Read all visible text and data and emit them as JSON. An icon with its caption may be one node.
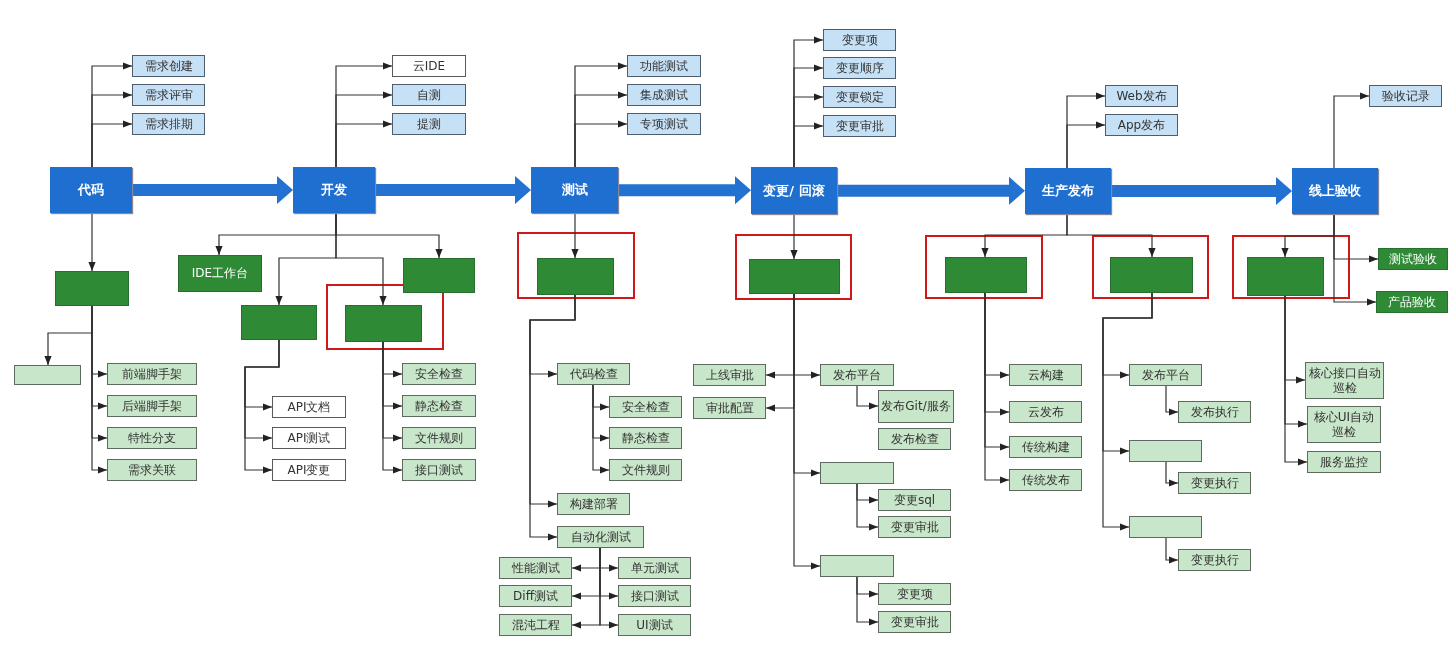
{
  "diagram": {
    "nodes": [
      {
        "text": [
          "代码"
        ]
      },
      {
        "text": [
          "需求创建"
        ]
      },
      {
        "text": [
          "需求评审"
        ]
      },
      {
        "text": [
          "需求排期"
        ]
      },
      {
        "text": [],
        "shape": "box"
      },
      {
        "text": [],
        "shape": "box"
      },
      {
        "text": [
          "前端脚手架"
        ]
      },
      {
        "text": [
          "后端脚手架"
        ]
      },
      {
        "text": [
          "特性分支"
        ]
      },
      {
        "text": [
          "需求关联"
        ]
      },
      {
        "text": [
          "开发"
        ]
      },
      {
        "text": [
          "云IDE"
        ]
      },
      {
        "text": [
          "自测"
        ]
      },
      {
        "text": [
          "提测"
        ]
      },
      {
        "text": [
          "IDE工作台"
        ]
      },
      {
        "text": [],
        "shape": "box"
      },
      {
        "text": [],
        "shape": "box"
      },
      {
        "text": [],
        "shape": "box"
      },
      {
        "text": [
          "API文档"
        ]
      },
      {
        "text": [
          "API测试"
        ]
      },
      {
        "text": [
          "API变更"
        ]
      },
      {
        "text": [
          "安全检查"
        ]
      },
      {
        "text": [
          "静态检查"
        ]
      },
      {
        "text": [
          "文件规则"
        ]
      },
      {
        "text": [
          "接口测试"
        ]
      },
      {
        "text": [
          "测试"
        ]
      },
      {
        "text": [
          "功能测试"
        ]
      },
      {
        "text": [
          "集成测试"
        ]
      },
      {
        "text": [
          "专项测试"
        ]
      },
      {
        "text": [],
        "shape": "box"
      },
      {
        "text": [
          "代码检查"
        ]
      },
      {
        "text": [
          "安全检查"
        ]
      },
      {
        "text": [
          "静态检查"
        ]
      },
      {
        "text": [
          "文件规则"
        ]
      },
      {
        "text": [
          "构建部署"
        ]
      },
      {
        "text": [
          "自动化测试"
        ]
      },
      {
        "text": [
          "性能测试"
        ]
      },
      {
        "text": [
          "单元测试"
        ]
      },
      {
        "text": [
          "Diff测试"
        ]
      },
      {
        "text": [
          "接口测试"
        ]
      },
      {
        "text": [
          "混沌工程"
        ]
      },
      {
        "text": [
          "UI测试"
        ]
      },
      {
        "text": [
          "变更/ 回滚"
        ]
      },
      {
        "text": [
          "变更项"
        ]
      },
      {
        "text": [
          "变更顺序"
        ]
      },
      {
        "text": [
          "变更锁定"
        ]
      },
      {
        "text": [
          "变更审批"
        ]
      },
      {
        "text": [],
        "shape": "box"
      },
      {
        "text": [
          "上线审批"
        ]
      },
      {
        "text": [
          "发布平台"
        ]
      },
      {
        "text": [
          "审批配置"
        ]
      },
      {
        "text": [
          "发布Git/服务"
        ]
      },
      {
        "text": [
          "发布检查"
        ]
      },
      {
        "text": [],
        "shape": "box"
      },
      {
        "text": [
          "变更sql"
        ]
      },
      {
        "text": [
          "变更审批"
        ]
      },
      {
        "text": [],
        "shape": "box"
      },
      {
        "text": [
          "变更项"
        ]
      },
      {
        "text": [
          "变更审批"
        ]
      },
      {
        "text": [
          "生产发布"
        ]
      },
      {
        "text": [
          "Web发布"
        ]
      },
      {
        "text": [
          "App发布"
        ]
      },
      {
        "text": [],
        "shape": "box"
      },
      {
        "text": [],
        "shape": "box"
      },
      {
        "text": [
          "云构建"
        ]
      },
      {
        "text": [
          "云发布"
        ]
      },
      {
        "text": [
          "传统构建"
        ]
      },
      {
        "text": [
          "传统发布"
        ]
      },
      {
        "text": [
          "发布平台"
        ]
      },
      {
        "text": [
          "发布执行"
        ]
      },
      {
        "text": [],
        "shape": "box"
      },
      {
        "text": [
          "变更执行"
        ]
      },
      {
        "text": [],
        "shape": "box"
      },
      {
        "text": [
          "变更执行"
        ]
      },
      {
        "text": [
          "线上验收"
        ]
      },
      {
        "text": [
          "验收记录"
        ]
      },
      {
        "text": [],
        "shape": "box"
      },
      {
        "text": [
          "测试验收"
        ]
      },
      {
        "text": [
          "产品验收"
        ]
      },
      {
        "text": [
          "核心接口自动巡检"
        ]
      },
      {
        "text": [
          "核心UI自动巡检"
        ]
      },
      {
        "text": [
          "服务监控"
        ]
      }
    ],
    "edges": [
      {
        "from": 0,
        "to": 10,
        "arrow": "to",
        "style": "thick",
        "color": "#2372d1"
      },
      {
        "from": 10,
        "to": 25,
        "arrow": "to",
        "style": "thick",
        "color": "#2372d1"
      },
      {
        "from": 25,
        "to": 42,
        "arrow": "to",
        "style": "thick",
        "color": "#2372d1"
      },
      {
        "from": 42,
        "to": 59,
        "arrow": "to",
        "style": "thick",
        "color": "#2372d1"
      },
      {
        "from": 59,
        "to": 74,
        "arrow": "to",
        "style": "thick",
        "color": "#2372d1"
      },
      {
        "from": 0,
        "to": 1,
        "arrow": "to"
      },
      {
        "from": 0,
        "to": 2,
        "arrow": "to"
      },
      {
        "from": 0,
        "to": 3,
        "arrow": "to"
      },
      {
        "from": 0,
        "to": 4,
        "arrow": "to"
      },
      {
        "from": 4,
        "to": 5,
        "arrow": "to"
      },
      {
        "from": 4,
        "to": 6,
        "arrow": "to"
      },
      {
        "from": 4,
        "to": 7,
        "arrow": "to"
      },
      {
        "from": 4,
        "to": 8,
        "arrow": "to"
      },
      {
        "from": 4,
        "to": 9,
        "arrow": "to"
      },
      {
        "from": 10,
        "to": 11,
        "arrow": "to"
      },
      {
        "from": 10,
        "to": 12,
        "arrow": "to"
      },
      {
        "from": 10,
        "to": 13,
        "arrow": "to"
      },
      {
        "from": 10,
        "to": 14,
        "arrow": "to"
      },
      {
        "from": 10,
        "to": 15,
        "arrow": "to"
      },
      {
        "from": 10,
        "to": 16,
        "arrow": "to"
      },
      {
        "from": 10,
        "to": 17,
        "arrow": "to"
      },
      {
        "from": 16,
        "to": 18,
        "arrow": "to"
      },
      {
        "from": 16,
        "to": 19,
        "arrow": "to"
      },
      {
        "from": 16,
        "to": 20,
        "arrow": "to"
      },
      {
        "from": 17,
        "to": 21,
        "arrow": "to"
      },
      {
        "from": 17,
        "to": 22,
        "arrow": "to"
      },
      {
        "from": 17,
        "to": 23,
        "arrow": "to"
      },
      {
        "from": 17,
        "to": 24,
        "arrow": "to"
      },
      {
        "from": 25,
        "to": 26,
        "arrow": "to"
      },
      {
        "from": 25,
        "to": 27,
        "arrow": "to"
      },
      {
        "from": 25,
        "to": 28,
        "arrow": "to"
      },
      {
        "from": 25,
        "to": 29,
        "arrow": "to"
      },
      {
        "from": 29,
        "to": 30,
        "arrow": "to"
      },
      {
        "from": 29,
        "to": 34,
        "arrow": "to"
      },
      {
        "from": 29,
        "to": 35,
        "arrow": "to"
      },
      {
        "from": 30,
        "to": 31,
        "arrow": "to"
      },
      {
        "from": 30,
        "to": 32,
        "arrow": "to"
      },
      {
        "from": 30,
        "to": 33,
        "arrow": "to"
      },
      {
        "from": 35,
        "to": 36,
        "arrow": "to"
      },
      {
        "from": 35,
        "to": 37,
        "arrow": "to"
      },
      {
        "from": 35,
        "to": 38,
        "arrow": "to"
      },
      {
        "from": 35,
        "to": 39,
        "arrow": "to"
      },
      {
        "from": 35,
        "to": 40,
        "arrow": "to"
      },
      {
        "from": 35,
        "to": 41,
        "arrow": "to"
      },
      {
        "from": 42,
        "to": 43,
        "arrow": "to"
      },
      {
        "from": 42,
        "to": 44,
        "arrow": "to"
      },
      {
        "from": 42,
        "to": 45,
        "arrow": "to"
      },
      {
        "from": 42,
        "to": 46,
        "arrow": "to"
      },
      {
        "from": 42,
        "to": 47,
        "arrow": "to"
      },
      {
        "from": 47,
        "to": 48,
        "arrow": "to"
      },
      {
        "from": 47,
        "to": 49,
        "arrow": "to"
      },
      {
        "from": 47,
        "to": 50,
        "arrow": "to"
      },
      {
        "from": 47,
        "to": 53,
        "arrow": "to"
      },
      {
        "from": 47,
        "to": 56,
        "arrow": "to"
      },
      {
        "from": 49,
        "to": 51,
        "arrow": "to"
      },
      {
        "from": 53,
        "to": 54,
        "arrow": "to"
      },
      {
        "from": 53,
        "to": 55,
        "arrow": "to"
      },
      {
        "from": 56,
        "to": 57,
        "arrow": "to"
      },
      {
        "from": 56,
        "to": 58,
        "arrow": "to"
      },
      {
        "from": 59,
        "to": 60,
        "arrow": "to"
      },
      {
        "from": 59,
        "to": 61,
        "arrow": "to"
      },
      {
        "from": 59,
        "to": 62,
        "arrow": "to"
      },
      {
        "from": 59,
        "to": 63,
        "arrow": "to"
      },
      {
        "from": 62,
        "to": 64,
        "arrow": "to"
      },
      {
        "from": 62,
        "to": 65,
        "arrow": "to"
      },
      {
        "from": 62,
        "to": 66,
        "arrow": "to"
      },
      {
        "from": 62,
        "to": 67,
        "arrow": "to"
      },
      {
        "from": 63,
        "to": 68,
        "arrow": "to"
      },
      {
        "from": 63,
        "to": 70,
        "arrow": "to"
      },
      {
        "from": 63,
        "to": 72,
        "arrow": "to"
      },
      {
        "from": 68,
        "to": 69,
        "arrow": "to"
      },
      {
        "from": 70,
        "to": 71,
        "arrow": "to"
      },
      {
        "from": 72,
        "to": 73,
        "arrow": "to"
      },
      {
        "from": 74,
        "to": 75,
        "arrow": "to"
      },
      {
        "from": 74,
        "to": 76,
        "arrow": "to"
      },
      {
        "from": 74,
        "to": 77,
        "arrow": "to"
      },
      {
        "from": 74,
        "to": 78,
        "arrow": "to"
      },
      {
        "from": 76,
        "to": 79,
        "arrow": "to"
      },
      {
        "from": 76,
        "to": 80,
        "arrow": "to"
      },
      {
        "from": 76,
        "to": 81,
        "arrow": "to"
      }
    ]
  }
}
